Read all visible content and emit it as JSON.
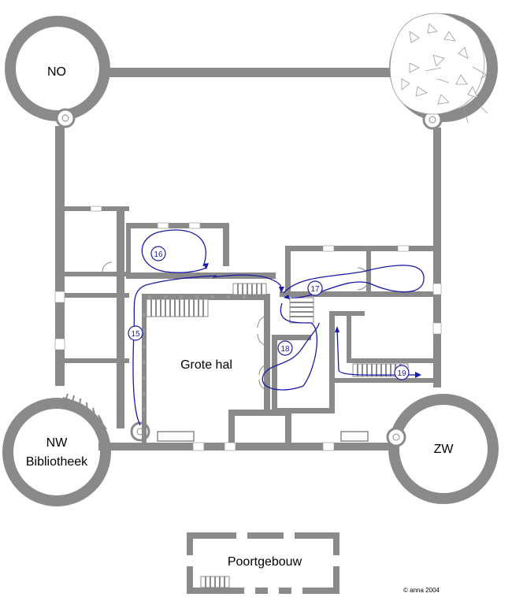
{
  "labels": {
    "no": "NO",
    "nw": "NW",
    "bibliotheek": "Bibliotheek",
    "zw": "ZW",
    "grote_hal": "Grote hal",
    "poortgebouw": "Poortgebouw",
    "copyright": "© anna 2004"
  },
  "route_markers": [
    "15",
    "16",
    "17",
    "18",
    "19"
  ],
  "colors": {
    "wall": "#8a8a8a",
    "route": "#1a1aa8",
    "background": "#ffffff"
  }
}
